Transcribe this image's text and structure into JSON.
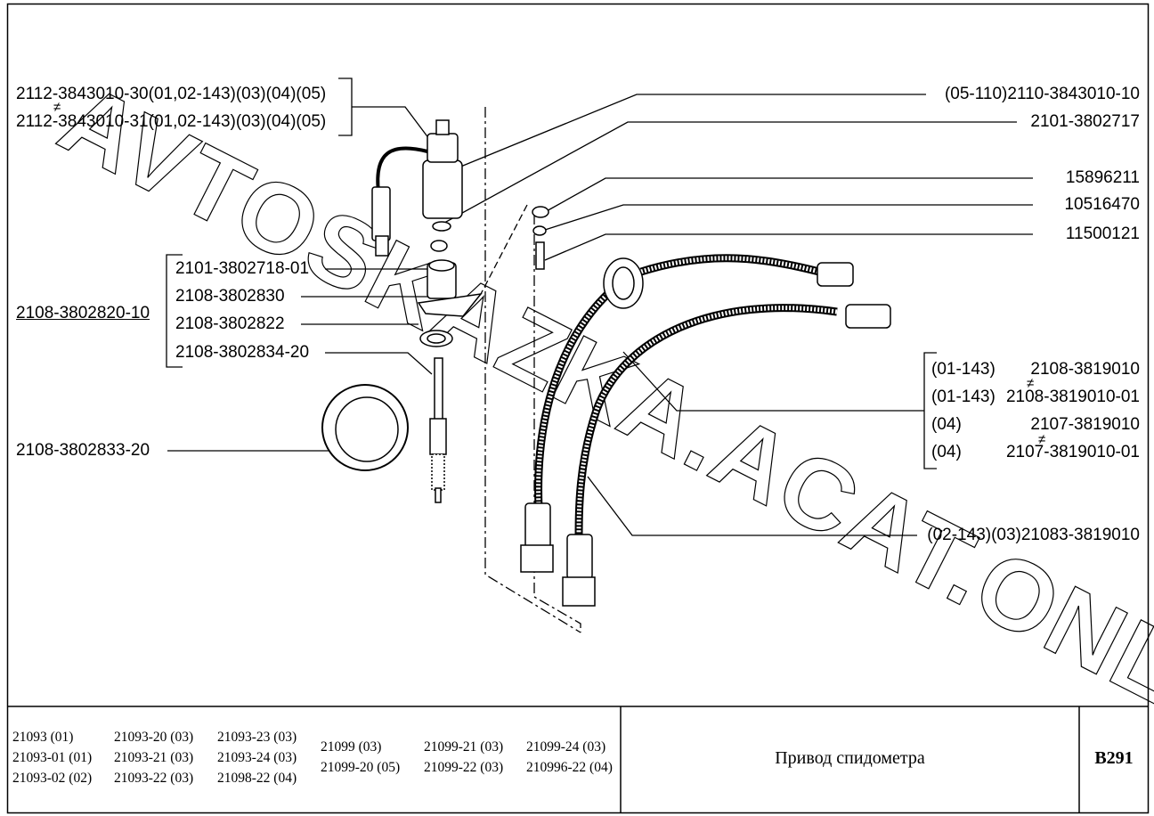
{
  "watermark": "AVTOSKAZKA.ACAT.ONLINE",
  "labels": {
    "sensor_a": "2112-3843010-30(01,02-143)(03)(04)(05)",
    "sensor_b": "2112-3843010-31(01,02-143)(03)(04)(05)",
    "neq": "≠",
    "sensor_c": "(05-110)2110-3843010-10",
    "p2101_3802717": "2101-3802717",
    "p15896211": "15896211",
    "p10516470": "10516470",
    "p11500121": "11500121",
    "assembly": "2108-3802820-10",
    "p2101_3802718_01": "2101-3802718-01",
    "p2108_3802830": "2108-3802830",
    "p2108_3802822": "2108-3802822",
    "p2108_3802834_20": "2108-3802834-20",
    "p2108_3802833_20": "2108-3802833-20",
    "cable_rows": [
      {
        "code": "(01-143)",
        "part": "2108-3819010"
      },
      {
        "code": "(01-143)",
        "part": "2108-3819010-01"
      },
      {
        "code": "(04)",
        "part": "2107-3819010"
      },
      {
        "code": "(04)",
        "part": "2107-3819010-01"
      }
    ],
    "cable_b": "(02-143)(03)21083-3819010"
  },
  "footer": {
    "models_col1": [
      "21093 (01)",
      "21093-01 (01)",
      "21093-02 (02)"
    ],
    "models_col2": [
      "21093-20 (03)",
      "21093-21 (03)",
      "21093-22 (03)"
    ],
    "models_col3": [
      "21093-23 (03)",
      "21093-24 (03)",
      "21098-22 (04)"
    ],
    "models_col4": [
      "21099 (03)",
      "21099-20 (05)"
    ],
    "models_col5": [
      "21099-21 (03)",
      "21099-22 (03)"
    ],
    "models_col6": [
      "21099-24 (03)",
      "210996-22 (04)"
    ],
    "title": "Привод спидометра",
    "code": "B291"
  }
}
